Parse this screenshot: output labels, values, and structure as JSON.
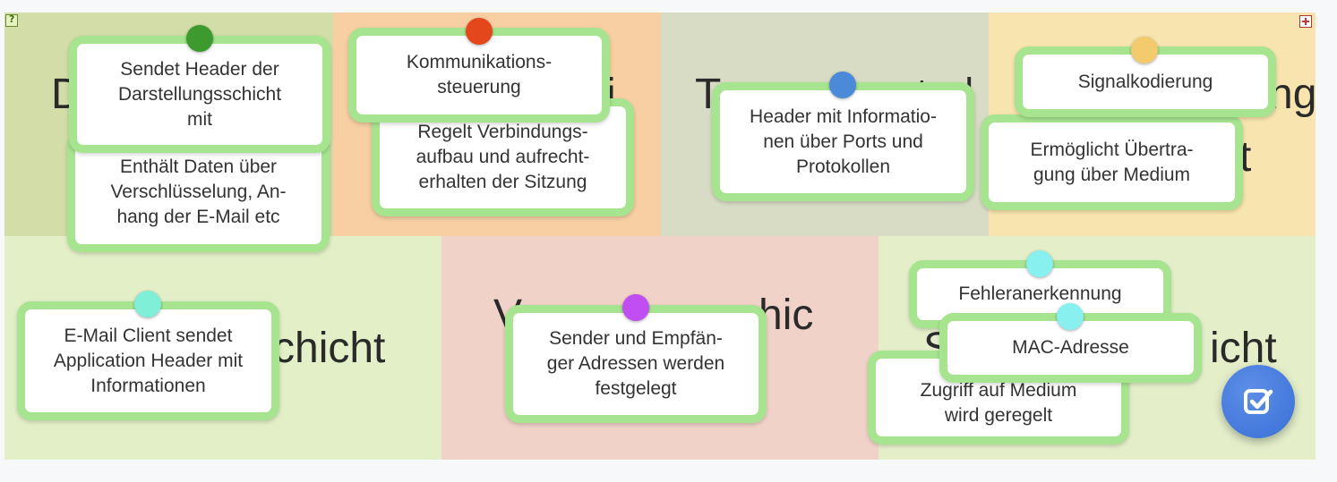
{
  "zones": {
    "presentation": {
      "label": "D",
      "color": "#d3dda7"
    },
    "session": {
      "label": "i",
      "color": "#f7cfa3"
    },
    "transport": {
      "label": "T",
      "label2": "t",
      "label3": "|",
      "color": "#d8dcc4"
    },
    "physical": {
      "label": "ng",
      "label2": "t",
      "color": "#f8e4ae"
    },
    "application": {
      "label": "chicht",
      "color": "#e3efc7"
    },
    "network": {
      "label": "V",
      "label2": "chic",
      "color": "#f0d2c8"
    },
    "datalink": {
      "label": "S",
      "label2": "icht",
      "color": "#e4efca"
    }
  },
  "cards": {
    "enthaelt": "Enthält Daten über\nVerschlüsselung, An-\nhang der E-Mail etc",
    "sendet_header": "Sendet Header der\nDarstellungsschicht\nmit",
    "regelt": "Regelt Verbindungs-\naufbau und aufrecht-\nerhalten der Sitzung",
    "kommunikation": "Kommunikations-\nsteuerung",
    "header_ports": "Header mit Informatio-\nnen über Ports und\nProtokollen",
    "ermoeglicht": "Ermöglicht Übertra-\ngung über Medium",
    "signalkodierung": "Signalkodierung",
    "email_client": "E-Mail Client sendet\nApplication Header mit\nInformationen",
    "sender": "Sender und Empfän-\nger Adressen werden\nfestgelegt",
    "zugriff": "Zugriff auf Medium\nwird geregelt",
    "fehler": "Fehleranerkennung",
    "mac": "MAC-Adresse"
  },
  "pin_colors": {
    "green": "#3d9a2e",
    "red": "#e4471c",
    "blue": "#4a8ad8",
    "yellow": "#f4cb6c",
    "teal": "#7fefd7",
    "purple": "#c04ef2",
    "cyan": "#88f0ef"
  },
  "icons": {
    "help": "help-icon",
    "expand": "expand-icon",
    "check": "check-icon"
  }
}
